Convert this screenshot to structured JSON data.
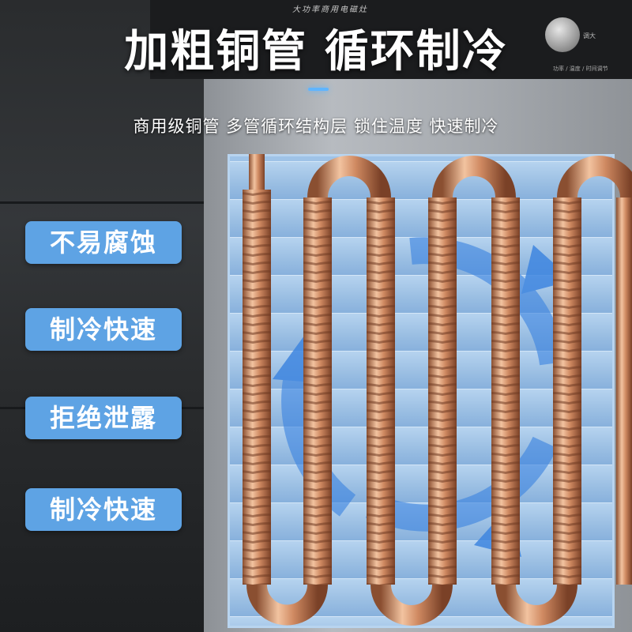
{
  "headline": "加粗铜管 循环制冷",
  "subheadline": "商用级铜管 多管循环结构层 锁住温度 快速制冷",
  "features": [
    {
      "label": "不易腐蚀"
    },
    {
      "label": "制冷快速"
    },
    {
      "label": "拒绝泄露"
    },
    {
      "label": "制冷快速"
    }
  ],
  "control_panel": {
    "brand_text": "大功率商用电磁灶",
    "knob_label": "调大",
    "caption": "功率 / 温度 / 时间调节"
  },
  "colors": {
    "badge": "#5ea3e4",
    "copper": "#d08a62",
    "arrow": "#3f86e0",
    "panel_blue": "#9fc3e7"
  }
}
